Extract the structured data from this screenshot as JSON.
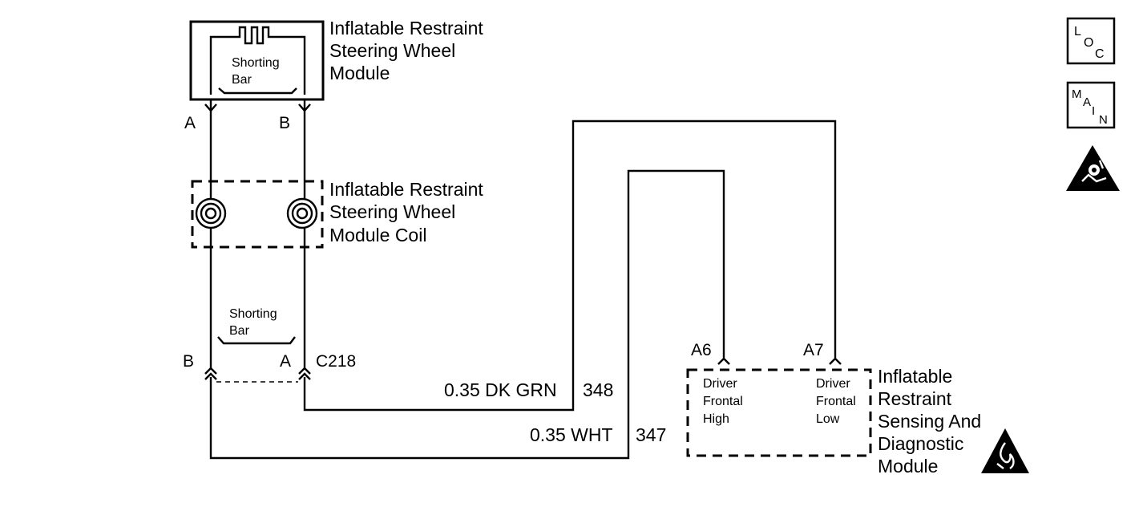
{
  "components": {
    "steering_module": {
      "label_lines": [
        "Inflatable Restraint",
        "Steering Wheel",
        "Module"
      ]
    },
    "module_coil": {
      "label_lines": [
        "Inflatable Restraint",
        "Steering Wheel",
        "Module Coil"
      ]
    },
    "sdm": {
      "label_lines": [
        "Inflatable",
        "Restraint",
        "Sensing And",
        "Diagnostic",
        "Module"
      ]
    }
  },
  "shorting_bar_top": {
    "line1": "Shorting",
    "line2": "Bar"
  },
  "shorting_bar_bottom": {
    "line1": "Shorting",
    "line2": "Bar"
  },
  "pins": {
    "module_a": "A",
    "module_b": "B",
    "c218_b": "B",
    "c218_a": "A",
    "sdm_a6": "A6",
    "sdm_a7": "A7"
  },
  "connector": {
    "name": "C218"
  },
  "wires": [
    {
      "gauge_color": "0.35 DK GRN",
      "circuit": "348"
    },
    {
      "gauge_color": "0.35 WHT",
      "circuit": "347"
    }
  ],
  "sdm_pins": {
    "a6": {
      "line1": "Driver",
      "line2": "Frontal",
      "line3": "High"
    },
    "a7": {
      "line1": "Driver",
      "line2": "Frontal",
      "line3": "Low"
    }
  },
  "side_icons": {
    "loc": {
      "letters": [
        "L",
        "O",
        "C"
      ]
    },
    "main": {
      "letters": [
        "M",
        "A",
        "I",
        "N"
      ]
    },
    "airbag_icon": "airbag-warning-icon",
    "esd_icon": "esd-warning-icon"
  }
}
